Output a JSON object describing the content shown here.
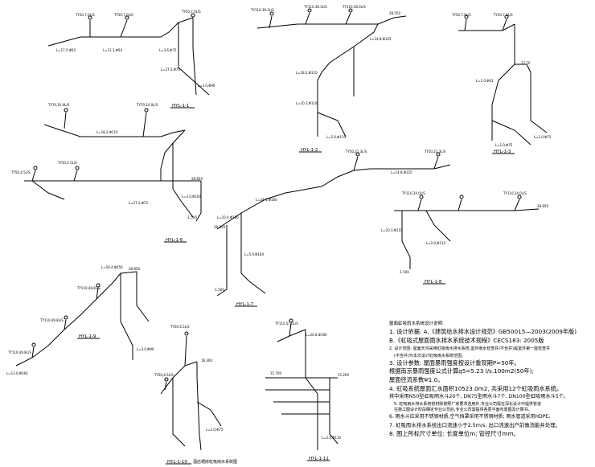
{
  "systems": [
    {
      "id": "hyl1",
      "tag": "HYL-1-1"
    },
    {
      "id": "hyl2",
      "tag": "HYL-1-2"
    },
    {
      "id": "hyl3",
      "tag": "HYL-1-3"
    },
    {
      "id": "hyl6",
      "tag": "HYL-1-6"
    },
    {
      "id": "hyl7",
      "tag": "HYL-1-7"
    },
    {
      "id": "hyl8",
      "tag": "HYL-1-8"
    },
    {
      "id": "hyl9",
      "tag": "HYL-1-9"
    },
    {
      "id": "hyl10",
      "tag": "HYL-1-10"
    },
    {
      "id": "hyl11",
      "tag": "HYL-1-11"
    }
  ],
  "caption": "酒店裙房虹吸雨水系统图",
  "labels": {
    "flow1": "TY50,7.0L/S",
    "flow2": "TY50,7.0L/S",
    "flow3": "TY50,7.0L/S",
    "flow4": "TY70,10.0L/S",
    "flow5": "TY70,10.0L/S",
    "flow6": "TY110,38.3L/S",
    "flow7": "TY110,38.3L/S",
    "flow8": "TY110,38.3L/S",
    "flow9": "TY50,7.0L/S",
    "flow10": "TY50,7.0L/S",
    "flow11": "TY50,4.5L/S",
    "flow12": "TY50,4.5L/S",
    "flow13": "TY50,21.3L/S",
    "flow14": "TY50,21.3L/S",
    "flow15": "TY110,34.0L/S",
    "flow16": "TY110,34.0L/S",
    "flow17": "TY110,49.8L/S",
    "flow18": "TY110,49.8L/S",
    "flow19": "TY110,48.8L/S",
    "flow20": "TY50,4.5L/S",
    "flow21": "TY50,4.5L/S",
    "flow22": "TY110,57.5L/S",
    "seg_a": "L=17.5,Φ50",
    "seg_b": "L=11.1,Φ50",
    "seg_c": "L=3.6,Φ75",
    "seg_d": "L=27.2,Φ75",
    "seg_e": "L=3.0,Φ90",
    "seg_f": "L=18.2,Φ110",
    "seg_g": "L=10.3,Φ110",
    "seg_h": "L=24.4,Φ160",
    "seg_i": "L=10.4,Φ160",
    "seg_j": "L=14.8,Φ125",
    "seg_k": "L=18.4,Φ250",
    "seg_l": "L=13.0,Φ160",
    "seg_m": "L=14.4,Φ110",
    "seg_n": "L=20.8,Φ160",
    "seg_o": "L=1.0,Φ63",
    "seg_p": "L=1.0,Φ75",
    "seg_q": "L=2.0,Φ110",
    "seg_r": "L=3.0,Φ160",
    "seg_s": "L=5.0,Φ160",
    "seg_t": "L=2.0,Φ75",
    "lev1": "28.550",
    "lev2": "28.850",
    "lev3": "27.70",
    "lev4": "28.850",
    "lev5": "-1.500",
    "lev6": "-1.500",
    "lev7": "-1.500",
    "lev8": "-1.500",
    "lev9": "18.300",
    "lev10": "15.700",
    "lev11": "15.200"
  },
  "notes": {
    "title": "屋面虹吸雨水系统设计说明:",
    "lines": [
      "1. 设计依据: A.《建筑给水排水设计规范》GB50015—2003(2009年版)",
      "   B.《虹吸式屋面雨水排水系统技术规程》CECS183: 2005版",
      "2. 设计范围: 屋面天沟采用虹吸雨水排水系统,室外雨水检查井(不含井)属室外第一座检查井",
      "   (不含井)为本次设计虹吸雨水系统范围。",
      "3. 设计参数: 屋面暴雨强度按设计重现期P=50年。",
      "   根据南京暴雨强度公式计算q5=5.23 l/s.100m2(50年);",
      "   屋面径流系数Ψ1.0。",
      "4. 虹吸系统屋面汇水面积10523.0m2, 共采用12个虹吸雨水系统。",
      "   其中采用N50型虹吸雨水斗20个, DN75型雨水斗7个, DN100型虹吸雨水斗5个。",
      "5. 虹吸雨水排水系统管材除按照厂家要求选用外,专业公司需在深化设计中提供管道",
      "   在施工图设计阶段确定专业公司后,专业公司需提供各层平面布置图及计算书。",
      "6. 雨水斗应采用不锈钢材质,空气挡罩采用不锈钢材质; 雨水管道采用HDPE。",
      "7. 虹吸雨水排水系统出口流速小于2.5m/s, 出口流速出户前做消能井处理。",
      "8. 图上所标尺寸单位: 长度单位m; 管径尺寸mm。"
    ]
  }
}
